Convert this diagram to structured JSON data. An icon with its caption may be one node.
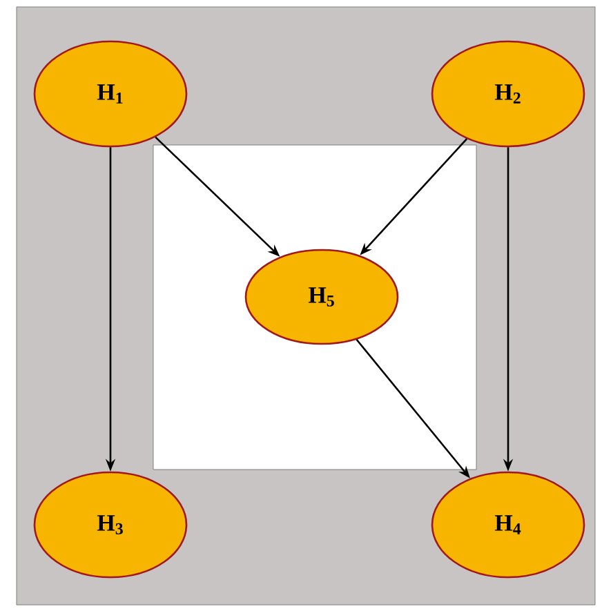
{
  "diagram": {
    "nodes": [
      {
        "text": [
          "H$_{1}$"
        ]
      },
      {
        "text": [
          "H$_{2}$"
        ]
      },
      {
        "text": [
          "H$_{3}$"
        ]
      },
      {
        "text": [
          "H$_{4}$"
        ]
      },
      {
        "text": [
          "H$_{5}$"
        ]
      }
    ],
    "edges": [
      {
        "from": 0,
        "to": 4,
        "arrow": "to"
      },
      {
        "from": 1,
        "to": 4,
        "arrow": "to"
      },
      {
        "from": 0,
        "to": 2,
        "arrow": "to"
      },
      {
        "from": 1,
        "to": 3,
        "arrow": "to"
      },
      {
        "from": 4,
        "to": 3,
        "arrow": "to"
      }
    ]
  }
}
